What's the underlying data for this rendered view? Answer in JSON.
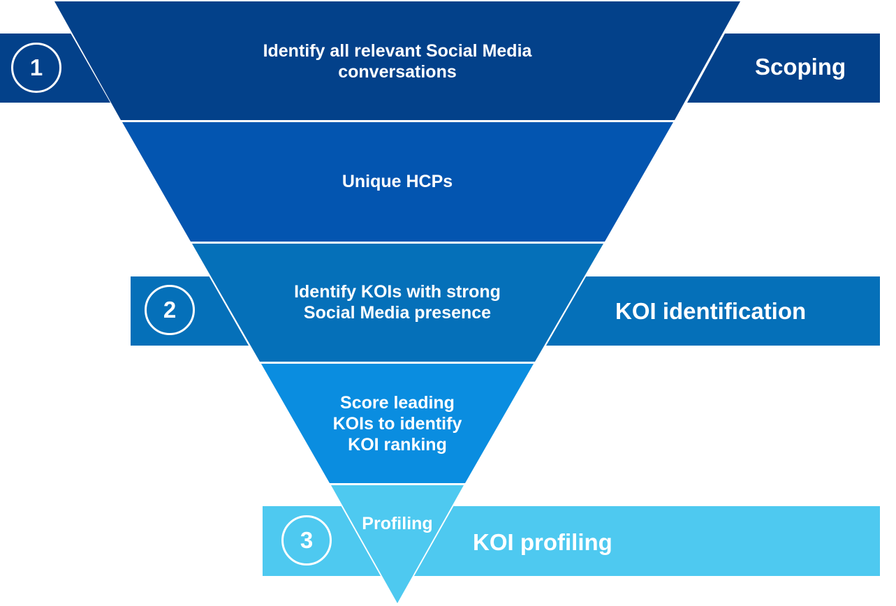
{
  "stages": [
    {
      "number": "1",
      "label": "Scoping",
      "color": "#03418a"
    },
    {
      "number": "2",
      "label": "KOI identification",
      "color": "#0570b9"
    },
    {
      "number": "3",
      "label": "KOI profiling",
      "color": "#4ec9f0"
    }
  ],
  "funnel": [
    {
      "text": "Identify all relevant Social Media\nconversations",
      "color": "#03418a"
    },
    {
      "text": "Unique HCPs",
      "color": "#0355b0"
    },
    {
      "text": "Identify KOIs with strong\nSocial Media presence",
      "color": "#0570b9"
    },
    {
      "text": "Score leading\nKOIs to identify\nKOI ranking",
      "color": "#0a8de0"
    },
    {
      "text": "Profiling",
      "color": "#4ec9f0"
    }
  ]
}
